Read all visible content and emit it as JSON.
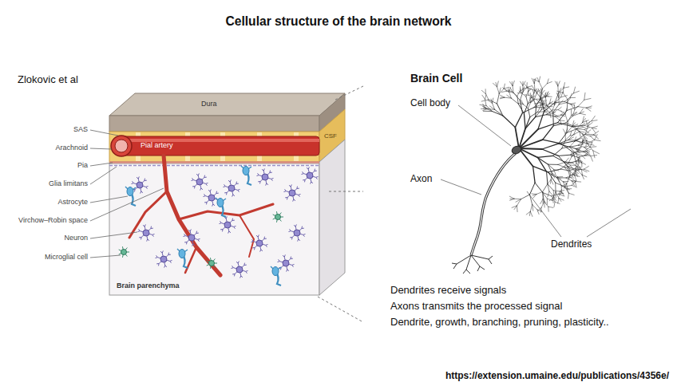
{
  "diagram": {
    "title": "Cellular structure of the brain network",
    "labels": [
      "Zlokovic et al",
      "Dura",
      "CSF",
      "Pial artery",
      "SAS",
      "Arachnoid",
      "Pia",
      "Glia limitans",
      "Astrocyte",
      "Virchow–Robin space",
      "Neuron",
      "Microglial cell",
      "Brain parenchyma",
      "Brain Cell",
      "Cell body",
      "Axon",
      "Dendrites",
      "Dendrites receive signals",
      "Axons transmits the processed signal",
      "Dendrite, growth, branching, pruning, plasticity..",
      "https://extension.umaine.edu/publications/4356e/"
    ]
  }
}
